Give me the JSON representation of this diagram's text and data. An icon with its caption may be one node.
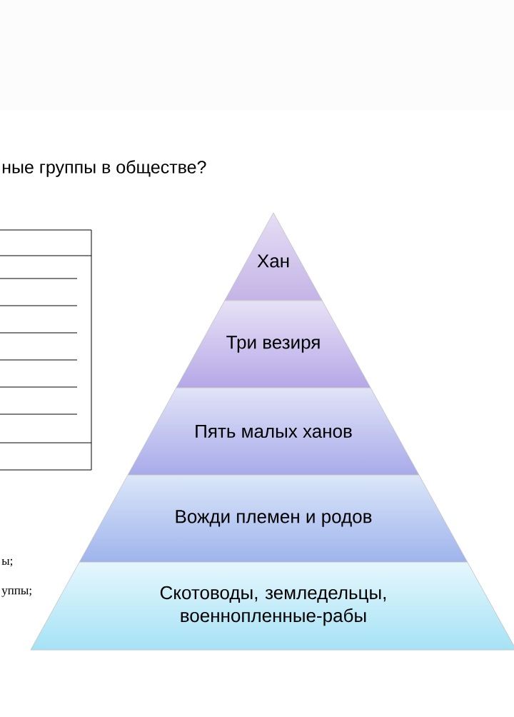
{
  "diagram": {
    "title": "ные группы в обществе?",
    "nodes": [
      {
        "text": [
          "Хан"
        ]
      },
      {
        "text": [
          "Три везиря"
        ]
      },
      {
        "text": [
          "Пять малых ханов"
        ]
      },
      {
        "text": [
          "Вожди племен и родов"
        ]
      },
      {
        "text": [
          "Скотоводы, земледельцы, военнопленные-рабы"
        ]
      }
    ],
    "labels": [
      "ы;",
      "уппы;"
    ]
  }
}
